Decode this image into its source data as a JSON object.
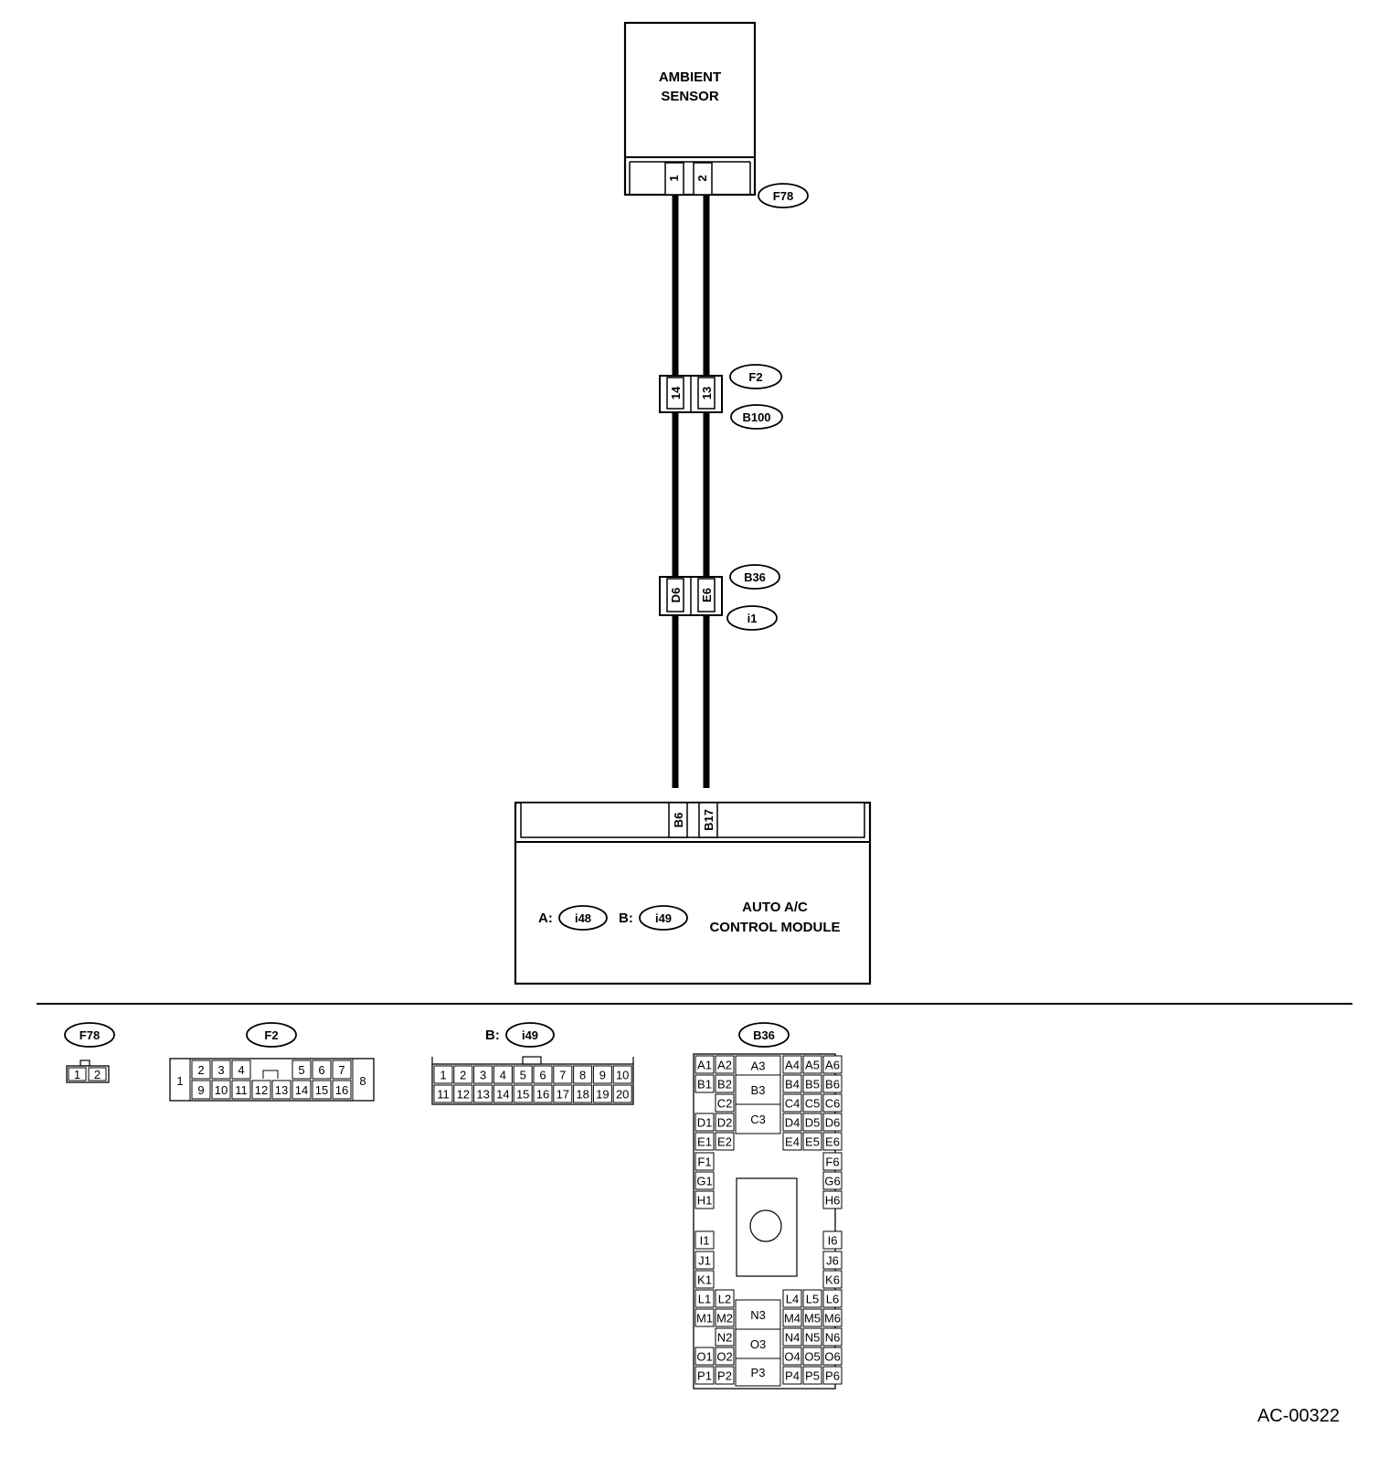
{
  "sensor": {
    "line1": "AMBIENT",
    "line2": "SENSOR"
  },
  "connectors": {
    "f78": "F78",
    "f2": "F2",
    "b100": "B100",
    "b36": "B36",
    "i1": "i1"
  },
  "pins": {
    "sensor_1": "1",
    "sensor_2": "2",
    "f2_14": "14",
    "f2_13": "13",
    "b36_d6": "D6",
    "b36_e6": "E6",
    "mod_b6": "B6",
    "mod_b17": "B17"
  },
  "module": {
    "a_prefix": "A:",
    "a_conn": "i48",
    "b_prefix": "B:",
    "b_conn": "i49",
    "line1": "AUTO A/C",
    "line2": "CONTROL MODULE"
  },
  "views": {
    "f78_title": "F78",
    "f78_pins": [
      "1",
      "2"
    ],
    "f2_title": "F2",
    "f2_left": "1",
    "f2_right": "8",
    "f2_top": [
      "2",
      "3",
      "4",
      "5",
      "6",
      "7"
    ],
    "f2_bottom": [
      "9",
      "10",
      "11",
      "12",
      "13",
      "14",
      "15",
      "16"
    ],
    "i49_prefix": "B:",
    "i49_title": "i49",
    "i49_top": [
      "1",
      "2",
      "3",
      "4",
      "5",
      "6",
      "7",
      "8",
      "9",
      "10"
    ],
    "i49_bottom": [
      "11",
      "12",
      "13",
      "14",
      "15",
      "16",
      "17",
      "18",
      "19",
      "20"
    ],
    "b36_title": "B36",
    "b36_pins": {
      "A1": "A1",
      "A2": "A2",
      "A3": "A3",
      "A4": "A4",
      "A5": "A5",
      "A6": "A6",
      "B1": "B1",
      "B2": "B2",
      "B3": "B3",
      "B4": "B4",
      "B5": "B5",
      "B6": "B6",
      "C2": "C2",
      "C3": "C3",
      "C4": "C4",
      "C5": "C5",
      "C6": "C6",
      "D1": "D1",
      "D2": "D2",
      "D4": "D4",
      "D5": "D5",
      "D6": "D6",
      "E1": "E1",
      "E2": "E2",
      "E4": "E4",
      "E5": "E5",
      "E6": "E6",
      "F1": "F1",
      "F6": "F6",
      "G1": "G1",
      "G6": "G6",
      "H1": "H1",
      "H6": "H6",
      "I1": "I1",
      "I6": "I6",
      "J1": "J1",
      "J6": "J6",
      "K1": "K1",
      "K6": "K6",
      "L1": "L1",
      "L2": "L2",
      "L4": "L4",
      "L5": "L5",
      "L6": "L6",
      "M1": "M1",
      "M2": "M2",
      "M4": "M4",
      "M5": "M5",
      "M6": "M6",
      "N2": "N2",
      "N3": "N3",
      "N4": "N4",
      "N5": "N5",
      "N6": "N6",
      "O1": "O1",
      "O2": "O2",
      "O3": "O3",
      "O4": "O4",
      "O5": "O5",
      "O6": "O6",
      "P1": "P1",
      "P2": "P2",
      "P3": "P3",
      "P4": "P4",
      "P5": "P5",
      "P6": "P6"
    }
  },
  "figure_id": "AC-00322"
}
